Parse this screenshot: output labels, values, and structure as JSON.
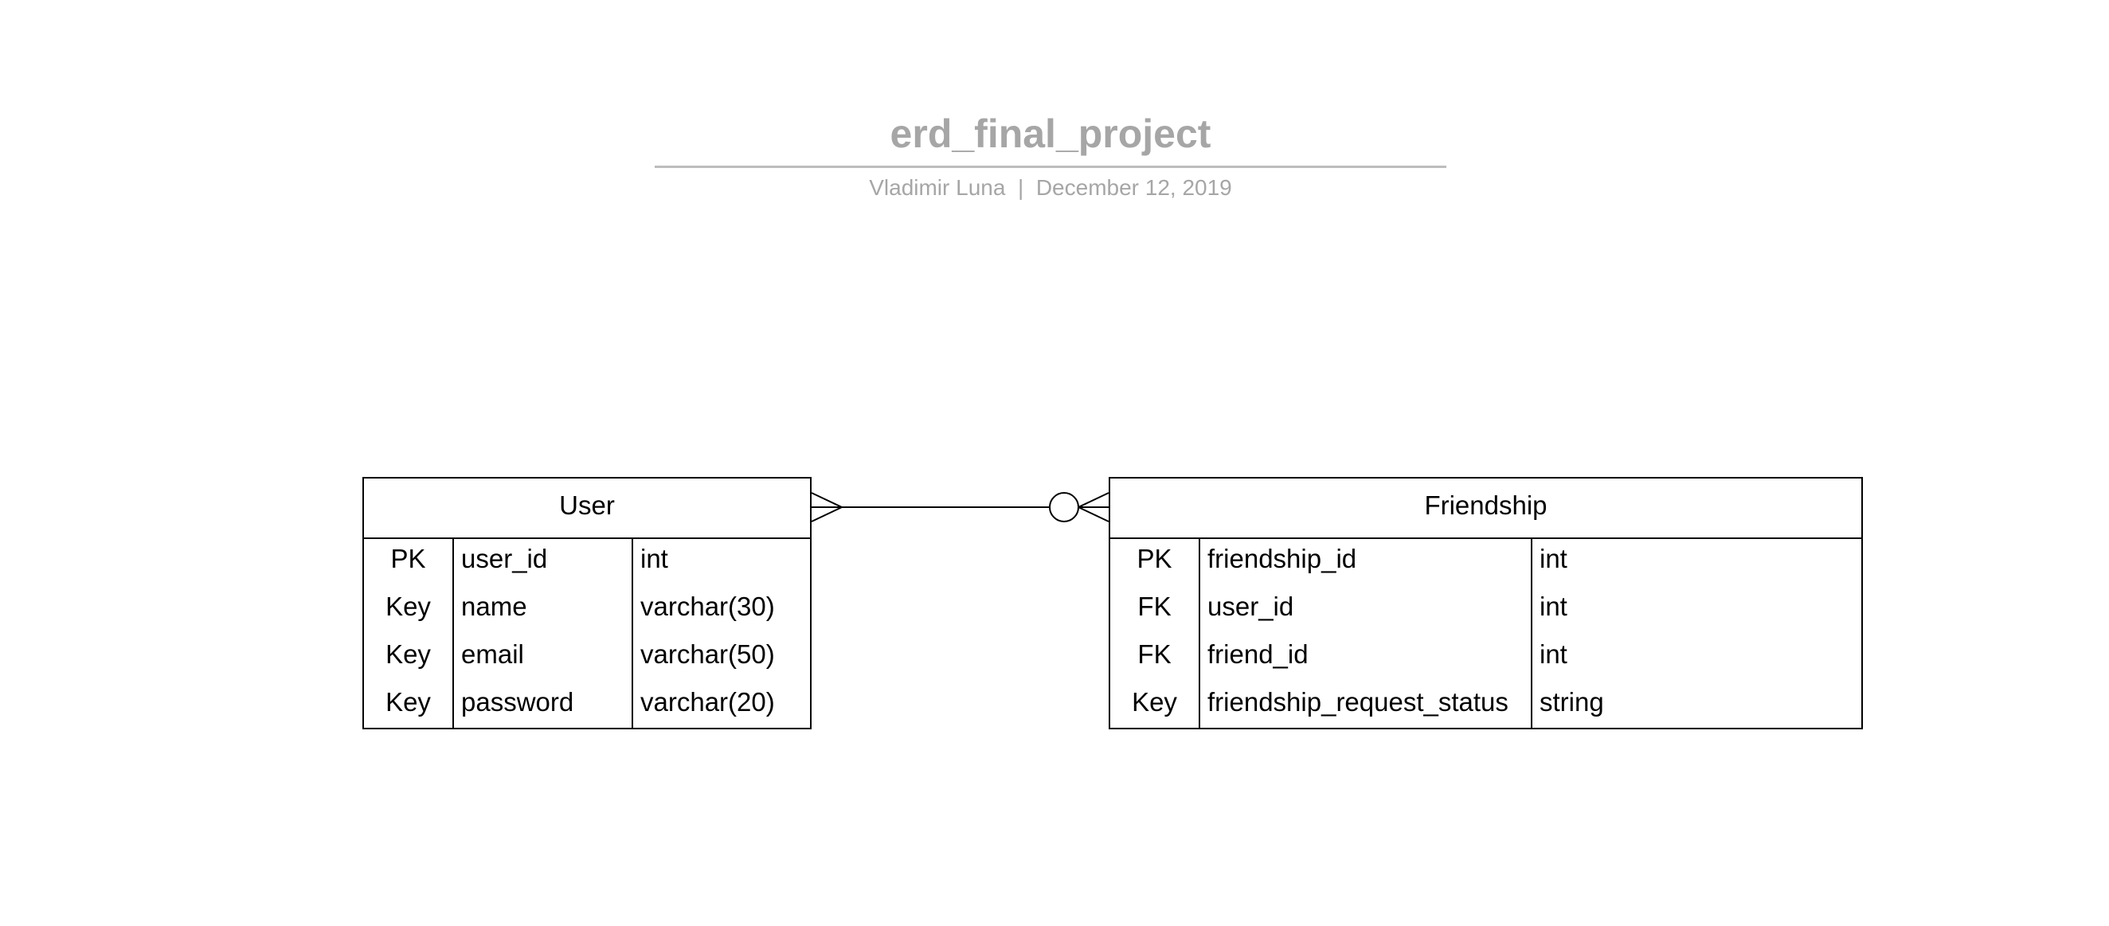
{
  "document": {
    "title": "erd_final_project",
    "author": "Vladimir Luna",
    "date": "December 12, 2019",
    "separator": "|"
  },
  "entities": [
    {
      "name": "User",
      "rows": [
        {
          "key": "PK",
          "field": "user_id",
          "type": "int"
        },
        {
          "key": "Key",
          "field": "name",
          "type": "varchar(30)"
        },
        {
          "key": "Key",
          "field": "email",
          "type": "varchar(50)"
        },
        {
          "key": "Key",
          "field": "password",
          "type": "varchar(20)"
        }
      ]
    },
    {
      "name": "Friendship",
      "rows": [
        {
          "key": "PK",
          "field": "friendship_id",
          "type": "int"
        },
        {
          "key": "FK",
          "field": "user_id",
          "type": "int"
        },
        {
          "key": "FK",
          "field": "friend_id",
          "type": "int"
        },
        {
          "key": "Key",
          "field": "friendship_request_status",
          "type": "string"
        }
      ]
    }
  ],
  "relationships": [
    {
      "from": "User",
      "to": "Friendship",
      "from_end": "many",
      "to_end": "zero-or-many"
    }
  ]
}
